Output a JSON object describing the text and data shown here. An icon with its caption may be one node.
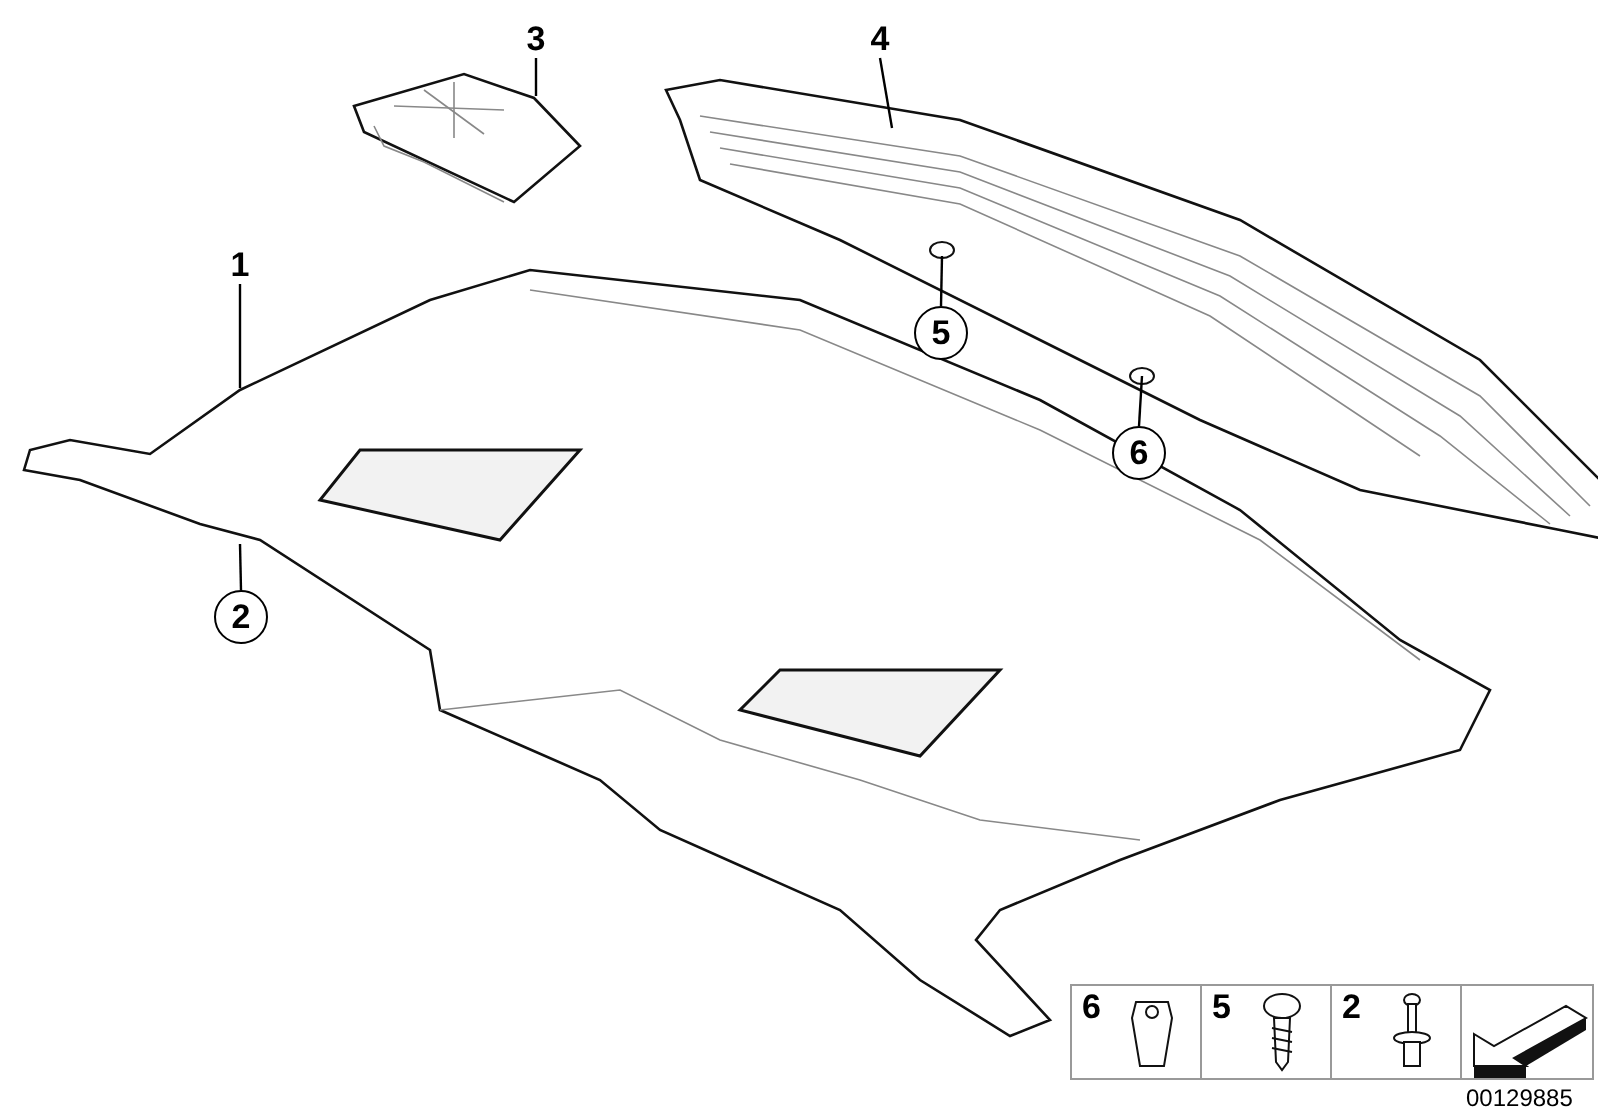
{
  "diagram": {
    "nodes": [
      {
        "text": [
          "1"
        ]
      },
      {
        "text": [
          "2"
        ]
      },
      {
        "text": [
          "3"
        ]
      },
      {
        "text": [
          "4"
        ]
      },
      {
        "text": [
          "5"
        ]
      },
      {
        "text": [
          "6"
        ]
      },
      {
        "text": [],
        "shape": "picture"
      },
      {
        "text": [],
        "shape": "picture"
      },
      {
        "text": [],
        "shape": "picture"
      }
    ],
    "edges": [
      {
        "from": 0,
        "to": 6,
        "arrow": "none"
      },
      {
        "from": 1,
        "to": 6,
        "arrow": "none"
      },
      {
        "from": 2,
        "to": 7,
        "arrow": "none"
      },
      {
        "from": 3,
        "to": 8,
        "arrow": "none"
      },
      {
        "from": 4,
        "to": 8,
        "arrow": "none"
      },
      {
        "from": 5,
        "to": 8,
        "arrow": "none"
      }
    ],
    "labels": [
      "6",
      "5",
      "2",
      "00129885"
    ]
  }
}
